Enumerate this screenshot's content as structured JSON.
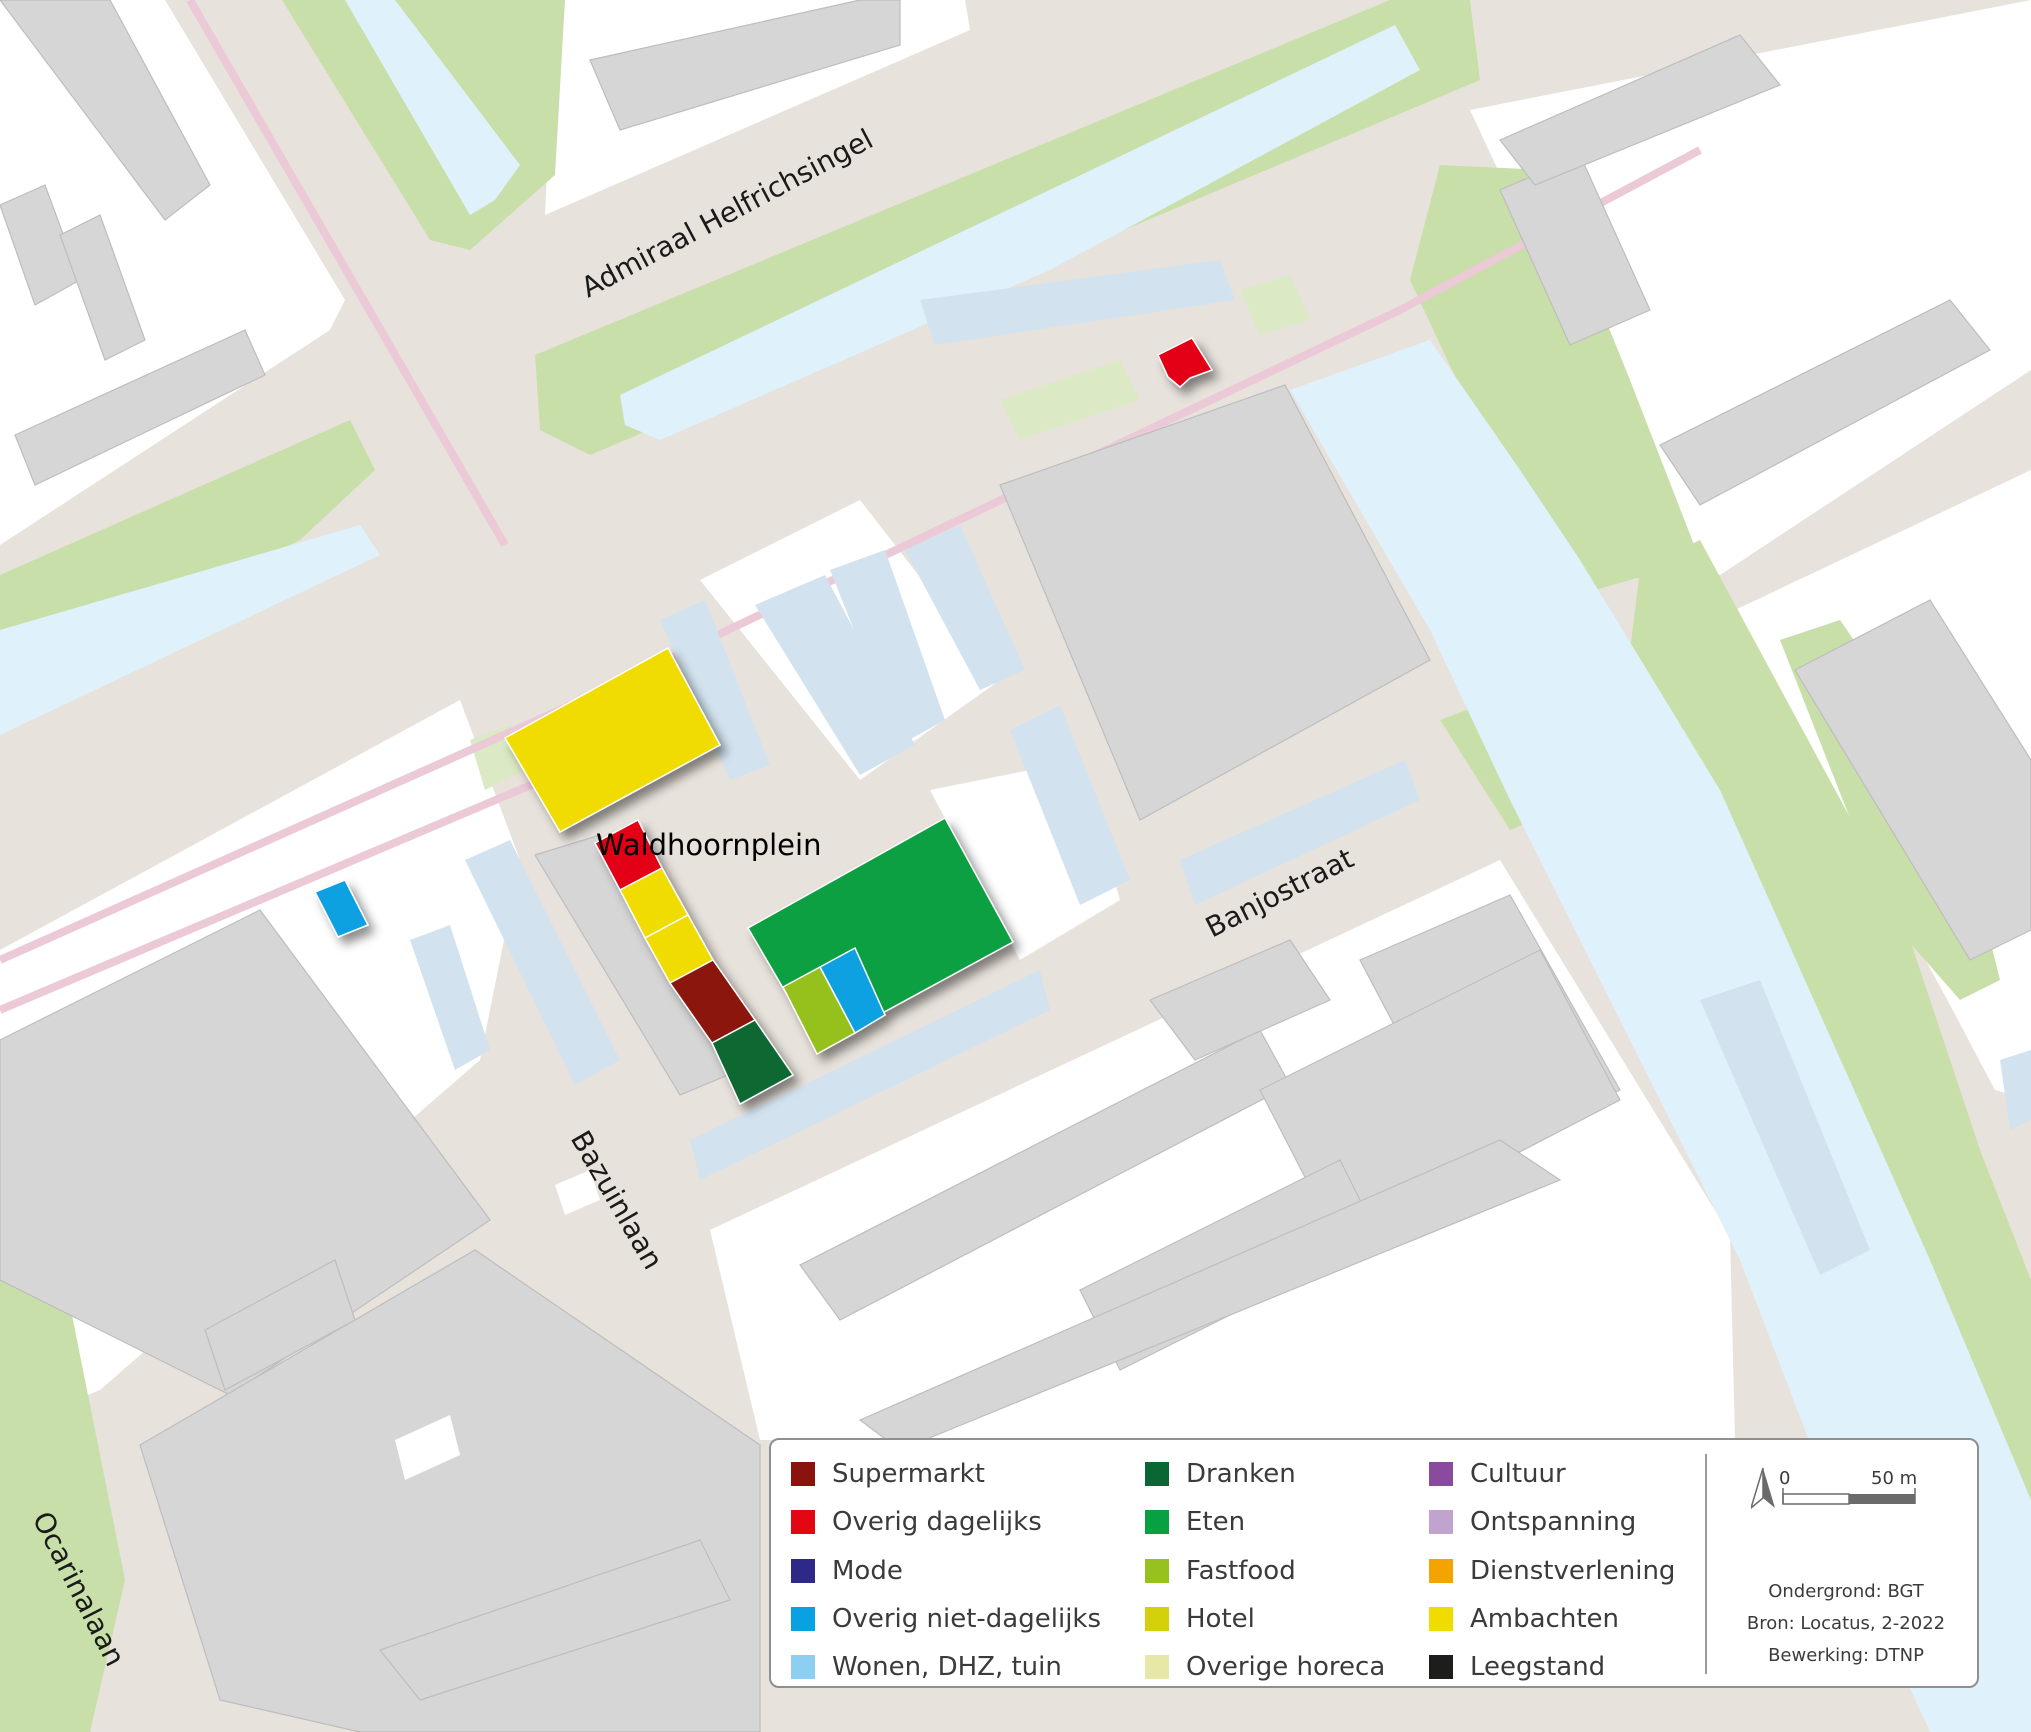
{
  "map": {
    "streets": [
      "Admiraal Helfrichsingel",
      "Banjostraat",
      "Bazuinlaan",
      "Ocarinalaan"
    ],
    "place": "Waldhoornplein",
    "colors": {
      "background": "#f3f2f1",
      "road": "#e8e2dc",
      "building": "#d6d6d6",
      "block_white": "#ffffff",
      "green": "#c8dfa9",
      "green_light": "#dbe9c4",
      "water": "#dff1fb",
      "parking": "#d2e3ef",
      "cycle": "#ebc9d7"
    }
  },
  "legend": {
    "columns": [
      [
        {
          "label": "Supermarkt",
          "color": "#8b130d"
        },
        {
          "label": "Overig dagelijks",
          "color": "#e30613"
        },
        {
          "label": "Mode",
          "color": "#2e2886"
        },
        {
          "label": "Overig niet-dagelijks",
          "color": "#0aa1e2"
        },
        {
          "label": "Wonen, DHZ, tuin",
          "color": "#8ccff2"
        }
      ],
      [
        {
          "label": "Dranken",
          "color": "#0a6733"
        },
        {
          "label": "Eten",
          "color": "#09a042"
        },
        {
          "label": "Fastfood",
          "color": "#96c11f"
        },
        {
          "label": "Hotel",
          "color": "#d4d10c"
        },
        {
          "label": "Overige horeca",
          "color": "#e6e8a7"
        }
      ],
      [
        {
          "label": "Cultuur",
          "color": "#8a4a9d"
        },
        {
          "label": "Ontspanning",
          "color": "#c1a3d0"
        },
        {
          "label": "Dienstverlening",
          "color": "#f5a300"
        },
        {
          "label": "Ambachten",
          "color": "#f0dc00"
        },
        {
          "label": "Leegstand",
          "color": "#1d1d1b"
        }
      ]
    ],
    "scale": {
      "zero": "0",
      "max": "50 m"
    },
    "source_lines": [
      "Ondergrond: BGT",
      "Bron: Locatus, 2-2022",
      "Bewerking: DTNP"
    ]
  }
}
